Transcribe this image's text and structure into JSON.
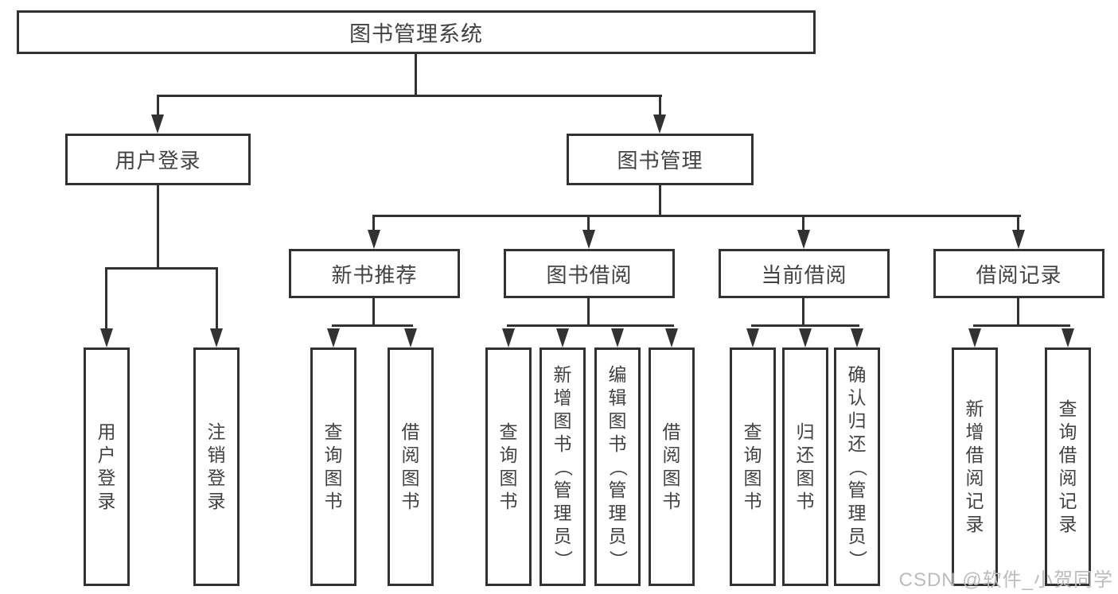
{
  "watermark": "CSDN @软件_小贺同学",
  "colors": {
    "line": "#323232",
    "text": "#424242",
    "watermark": "#bcbcc0",
    "background": "#ffffff"
  },
  "diagram": {
    "root": {
      "label": "图书管理系统"
    },
    "user_login": {
      "label": "用户登录",
      "children": [
        {
          "label": "用户登录"
        },
        {
          "label": "注销登录"
        }
      ]
    },
    "book_mgmt": {
      "label": "图书管理",
      "sections": [
        {
          "label": "新书推荐",
          "children": [
            {
              "label": "查询图书"
            },
            {
              "label": "借阅图书"
            }
          ]
        },
        {
          "label": "图书借阅",
          "children": [
            {
              "label": "查询图书"
            },
            {
              "label": "新增图书（管理员）"
            },
            {
              "label": "编辑图书（管理员）"
            },
            {
              "label": "借阅图书"
            }
          ]
        },
        {
          "label": "当前借阅",
          "children": [
            {
              "label": "查询图书"
            },
            {
              "label": "归还图书"
            },
            {
              "label": "确认归还（管理员）"
            }
          ]
        },
        {
          "label": "借阅记录",
          "children": [
            {
              "label": "新增借阅记录"
            },
            {
              "label": "查询借阅记录"
            }
          ]
        }
      ]
    }
  }
}
